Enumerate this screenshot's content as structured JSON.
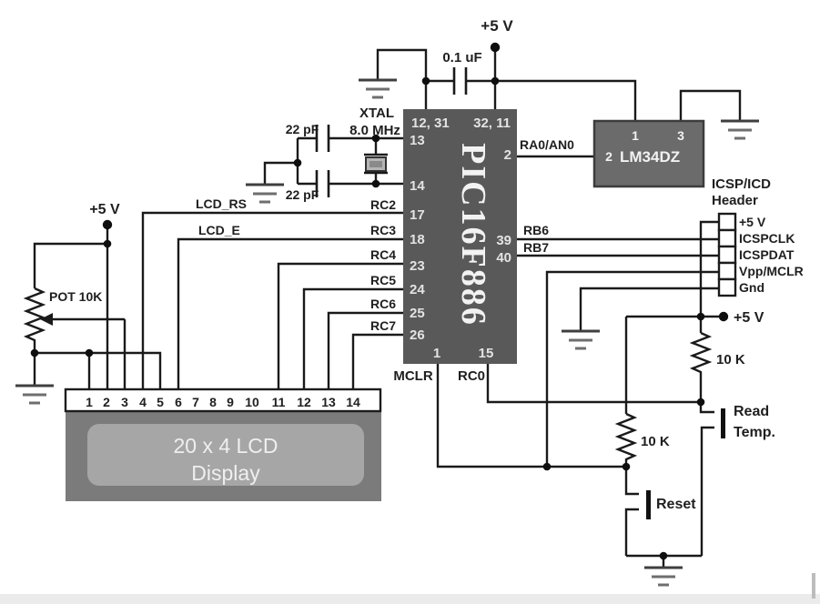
{
  "diagram": {
    "power_top": "+5 V",
    "power_left": "+5 V",
    "power_right": "+5 V",
    "bypass_cap": "0.1 uF",
    "xtal_cap_top": "22 pF",
    "xtal_cap_bottom": "22 pF",
    "crystal_name": "XTAL",
    "crystal_freq": "8.0 MHz",
    "mcu": {
      "name": "PIC16F886",
      "pin_top_left": "12, 31",
      "pin_top_right": "32, 11",
      "left_pins": [
        "13",
        "14",
        "17",
        "18",
        "23",
        "24",
        "25",
        "26"
      ],
      "pin_ra0": "2",
      "pin_rb6": "39",
      "pin_rb7": "40",
      "pin_mclr_num": "1",
      "pin_rc0_num": "15",
      "label_ra0": "RA0/AN0",
      "label_rb6": "RB6",
      "label_rb7": "RB7",
      "label_mclr": "MCLR",
      "label_rc0": "RC0"
    },
    "signal_labels": {
      "lcd_rs": "LCD_RS",
      "lcd_e": "LCD_E",
      "rc2": "RC2",
      "rc3": "RC3",
      "rc4": "RC4",
      "rc5": "RC5",
      "rc6": "RC6",
      "rc7": "RC7"
    },
    "sensor": {
      "name": "LM34DZ",
      "pin1": "1",
      "pin2": "2",
      "pin3": "3"
    },
    "header": {
      "title1": "ICSP/ICD",
      "title2": "Header",
      "pins": [
        "+5 V",
        "ICSPCLK",
        "ICSPDAT",
        "Vpp/MCLR",
        "Gnd"
      ]
    },
    "pot_label": "POT 10K",
    "r_top_label": "10 K",
    "r_bottom_label": "10 K",
    "btn_read1": "Read",
    "btn_read2": "Temp.",
    "btn_reset": "Reset",
    "lcd": {
      "pins": [
        "1",
        "2",
        "3",
        "4",
        "5",
        "6",
        "7",
        "8",
        "9",
        "10",
        "11",
        "12",
        "13",
        "14"
      ],
      "line1": "20 x 4 LCD",
      "line2": "Display"
    },
    "colors": {
      "wire": "#1a1a1a",
      "mcu_fill": "#595959",
      "sensor_fill": "#6b6b6b",
      "lcd_body": "#7b7b7b",
      "lcd_screen": "#a6a6a6",
      "pin_strip": "#ffffff"
    }
  }
}
